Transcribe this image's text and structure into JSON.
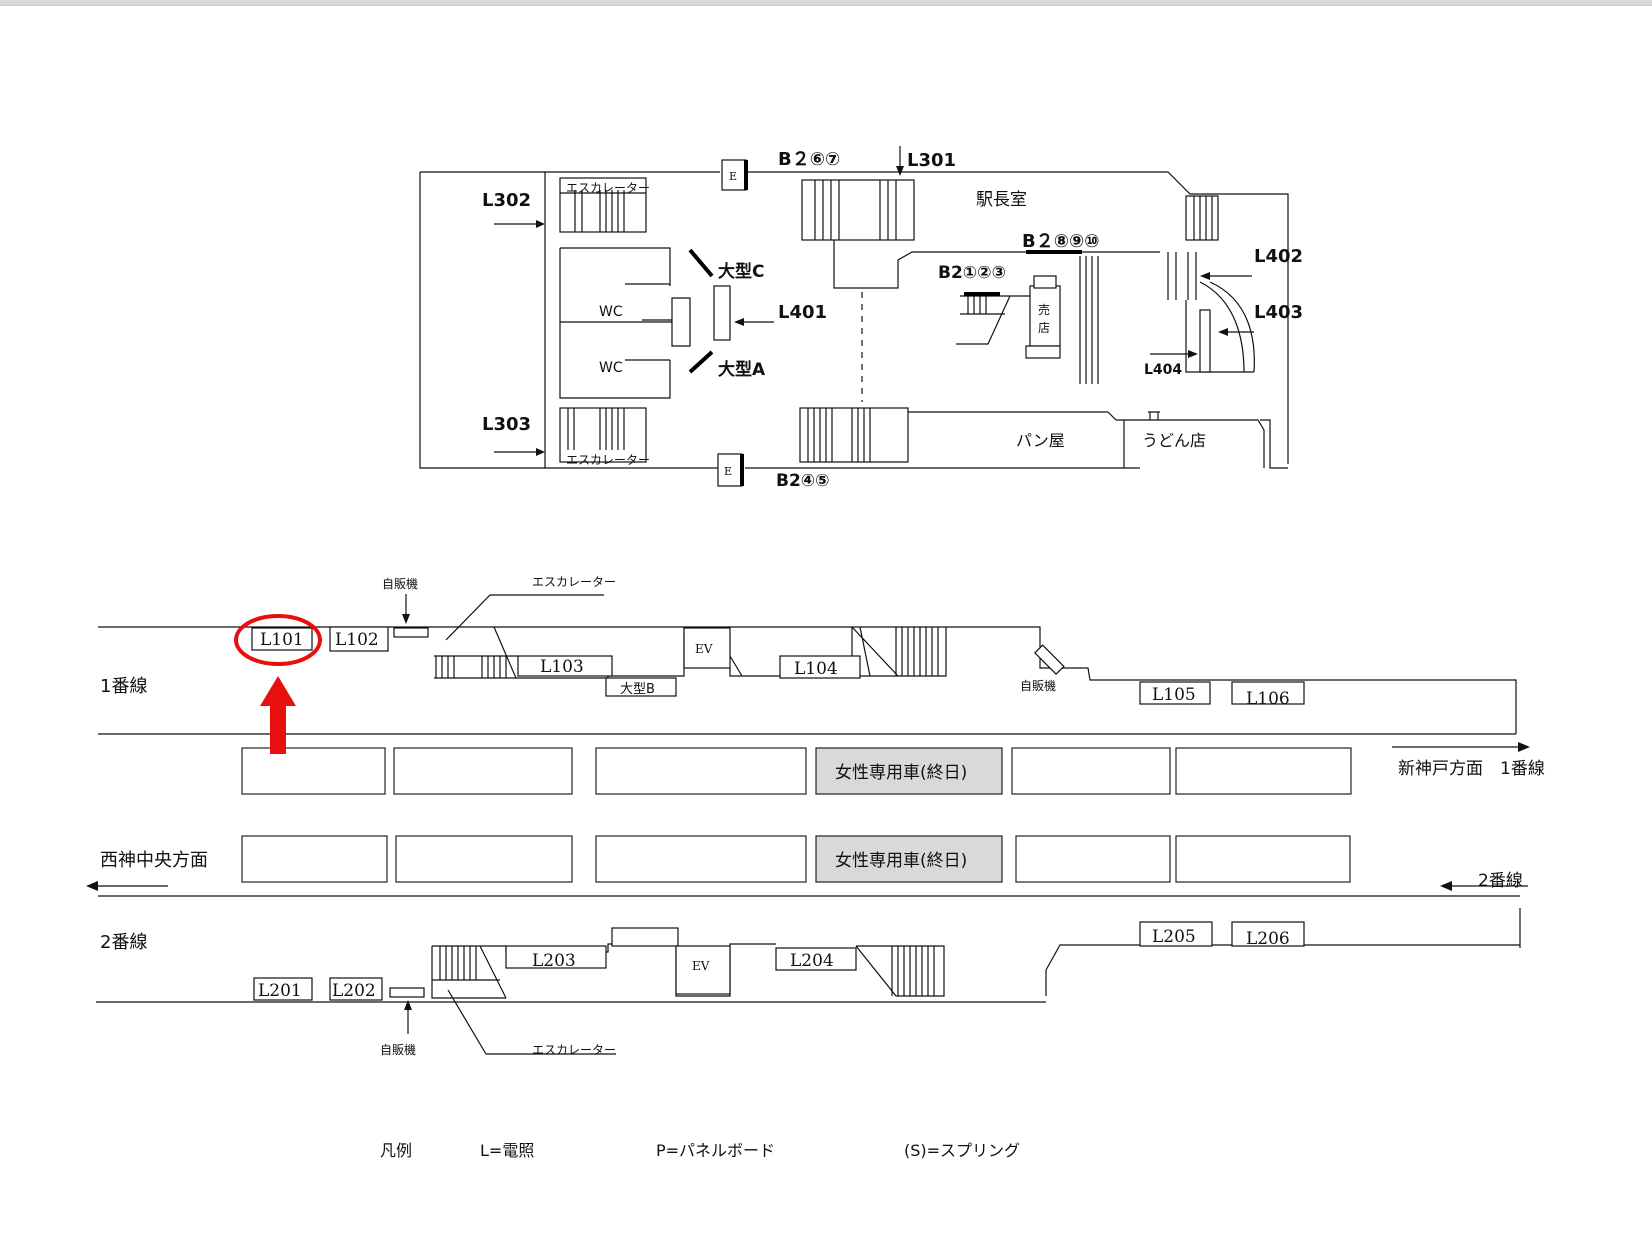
{
  "concourse": {
    "labels": {
      "l301": "L301",
      "l302": "L302",
      "l303": "L303",
      "l401": "L401",
      "l402": "L402",
      "l403": "L403",
      "l404": "L404"
    },
    "exits": {
      "b2_top": "B２⑥⑦",
      "b2_east": "B２⑧⑨⑩",
      "b2_mid": "B2①②③",
      "b2_bottom": "B2④⑤"
    },
    "rooms": {
      "station_master": "駅長室",
      "kiosk_1": "売",
      "kiosk_2": "店",
      "bakery": "パン屋",
      "udon": "うどん店",
      "wc_1": "WC",
      "wc_2": "WC"
    },
    "gates": {
      "large_c": "大型C",
      "large_a": "大型A"
    },
    "escalator": "エスカレーター",
    "elevator": "E"
  },
  "platform": {
    "track1": "1番線",
    "track2": "2番線",
    "dir_east": "新神戸方面　1番線",
    "dir_west": "西神中央方面",
    "dir_track2": "2番線",
    "vending": "自販機",
    "escalator": "エスカレーター",
    "elevator": "EV",
    "large_b": "大型B",
    "women_car": "女性専用車(終日)",
    "lights_track1": [
      "L101",
      "L102",
      "L103",
      "L104",
      "L105",
      "L106"
    ],
    "lights_track2": [
      "L201",
      "L202",
      "L203",
      "L204",
      "L205",
      "L206"
    ],
    "highlighted": "L101"
  },
  "legend": {
    "title": "凡例",
    "items": [
      "L=電照",
      "P=パネルボード",
      "(S)=スプリング"
    ]
  },
  "colors": {
    "highlight": "#e8100e",
    "women_car_fill": "#d9d9d9"
  }
}
